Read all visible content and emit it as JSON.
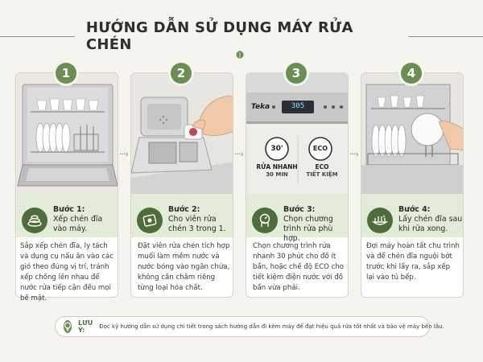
{
  "header": {
    "title": "HƯỚNG DẪN SỬ DỤNG MÁY RỬA CHÉN"
  },
  "steps": [
    {
      "number": "1",
      "label": "Bước 1:",
      "title": "Xếp chén đĩa vào máy.",
      "desc": "Sắp xếp chén đĩa, ly tách và dụng cụ nấu ăn vào các giỏ theo đúng vị trí, tránh xếp chồng lên nhau để nước rửa tiếp cận đều mọi bề mặt.",
      "icon": "dishes-icon"
    },
    {
      "number": "2",
      "label": "Bước 2:",
      "title": "Cho viên rửa chén 3 trong 1.",
      "desc": "Đặt viên rửa chén tích hợp muối làm mềm nước và nước bóng vào ngăn chứa, không cần châm riêng từng loại hóa chất.",
      "icon": "tablet-icon"
    },
    {
      "number": "3",
      "label": "Bước 3:",
      "title": "Chọn chương trình rửa phù hợp.",
      "desc": "Chọn chương trình rửa nhanh 30 phút cho đồ ít bẩn, hoặc chế độ ECO cho tiết kiệm điện nước với đồ bẩn vừa phải.",
      "icon": "dial-hand-icon"
    },
    {
      "number": "4",
      "label": "Bước 4:",
      "title": "Lấy chén đĩa sau khi rửa xong.",
      "desc": "Đợi máy hoàn tất chu trình và để chén đĩa nguội bớt trước khi lấy ra, sắp xếp lại vào tủ bếp.",
      "icon": "clean-dishes-icon"
    }
  ],
  "panel3": {
    "brand": "Teka",
    "display": "305",
    "quick_icon_text": "30'",
    "quick_label": "RỬA NHANH",
    "quick_sub": "30 MIN",
    "eco_icon_text": "ECO",
    "eco_label": "ECO",
    "eco_sub": "TIẾT KIỆM"
  },
  "note": {
    "label": "LƯU Ý:",
    "text": "Đọc kỹ hướng dẫn sử dụng chi tiết trong sách hướng dẫn đi kèm máy để đạt hiệu quả rửa tốt nhất và bảo vệ máy bền lâu."
  },
  "colors": {
    "accent": "#6b8f52",
    "accent_dark": "#4f6d3a",
    "band": "#e3ecd8",
    "background": "#f6f4ee"
  }
}
